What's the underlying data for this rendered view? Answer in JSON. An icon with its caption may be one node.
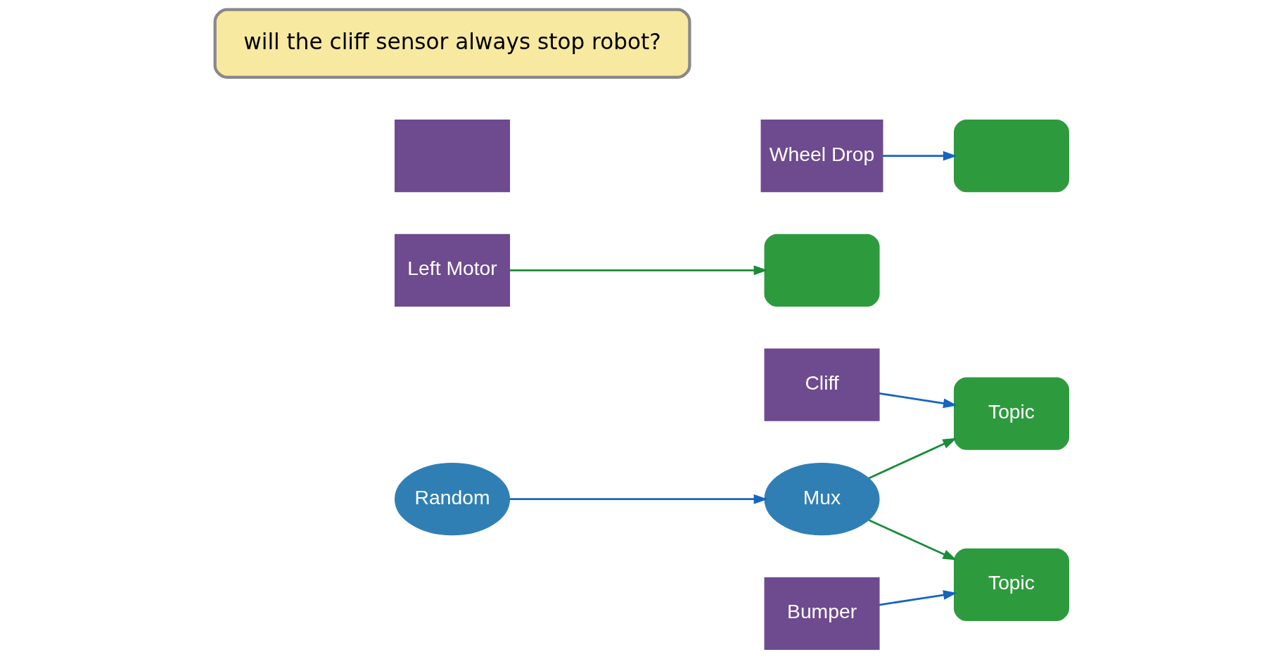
{
  "diagram": {
    "nodes": [
      {
        "text": [
          "Cliff"
        ]
      },
      {
        "text": [
          "Topic"
        ]
      },
      {
        "text": [
          "Random"
        ]
      },
      {
        "text": [
          "Left Motor"
        ]
      },
      {
        "text": [
          "Bumper"
        ]
      },
      {
        "text": [
          "Topic"
        ]
      },
      {
        "text": [
          "Mux"
        ]
      },
      {
        "text": [],
        "shape": "box"
      },
      {
        "text": [
          "Wheel Drop"
        ]
      },
      {
        "text": [],
        "shape": "box"
      },
      {
        "text": [],
        "shape": "box"
      },
      {
        "text": [
          "will the cliff sensor always stop robot?"
        ]
      }
    ],
    "edges": [
      {
        "from": 0,
        "to": 1,
        "arrow": "to"
      },
      {
        "from": 6,
        "to": 1,
        "arrow": "to",
        "color": "#1a8c3a"
      },
      {
        "from": 2,
        "to": 6,
        "arrow": "to"
      },
      {
        "from": 3,
        "to": 7,
        "arrow": "to",
        "color": "#1a8c3a"
      },
      {
        "from": 4,
        "to": 5,
        "arrow": "to"
      },
      {
        "from": 6,
        "to": 5,
        "arrow": "to",
        "color": "#1a8c3a"
      },
      {
        "from": 8,
        "to": 9,
        "arrow": "to"
      }
    ]
  }
}
